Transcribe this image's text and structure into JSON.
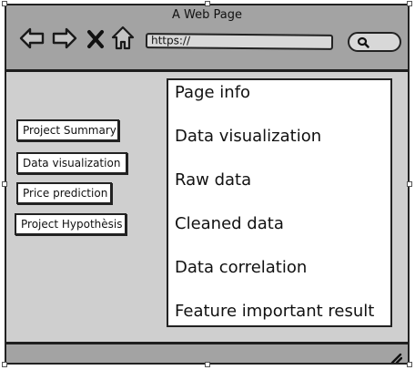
{
  "window": {
    "title": "A Web Page"
  },
  "toolbar": {
    "icons": [
      "back-arrow-icon",
      "forward-arrow-icon",
      "close-icon",
      "home-icon",
      "search-icon"
    ],
    "address_value": "https://"
  },
  "sidebar": {
    "items": [
      {
        "label": "Project Summary"
      },
      {
        "label": "Data visualization"
      },
      {
        "label": "Price prediction"
      },
      {
        "label": "Project Hypothèsis"
      }
    ]
  },
  "content": {
    "items": [
      {
        "label": "Page info"
      },
      {
        "label": "Data visualization"
      },
      {
        "label": "Raw data"
      },
      {
        "label": "Cleaned data"
      },
      {
        "label": "Data correlation"
      },
      {
        "label": "Feature important result"
      }
    ]
  },
  "colors": {
    "frame": "#a3a3a3",
    "body": "#cfcfcf",
    "outline": "#222222"
  }
}
